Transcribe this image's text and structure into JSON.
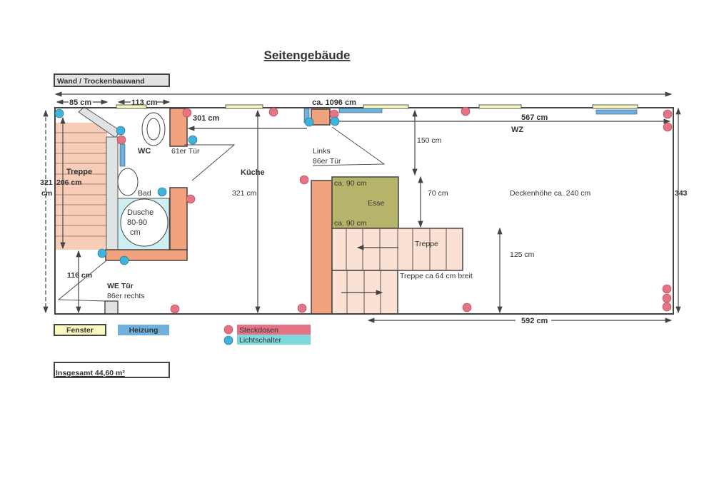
{
  "title": "Seitengebäude",
  "legend": {
    "wall": "Wand / Trockenbauwand",
    "window": "Fenster",
    "heating": "Heizung",
    "sockets": "Steckdosen",
    "switches": "Lichtschalter",
    "total_area": "Insgesamt 44,60 m²"
  },
  "colors": {
    "wall_orange": "#f2a27c",
    "drywall_gray": "#dfe3e3",
    "stair": "#f8cdb8",
    "esse": "#b5b46a",
    "shower": "#ccf0f2",
    "socket": "#e47386",
    "switch": "#3db4dd",
    "window": "#fafabf",
    "heating": "#6fb0dc"
  },
  "rooms": {
    "wc": "WC",
    "bad": "Bad",
    "kueche": "Küche",
    "wz": "WZ",
    "esse": "Esse",
    "treppe_left": "Treppe",
    "treppe_mid": "Treppe",
    "dusche": [
      "Dusche",
      "80-90",
      "cm"
    ]
  },
  "labels": {
    "door_wc": "61er Tür",
    "door_links": [
      "Links",
      "86er Tür"
    ],
    "door_we": [
      "WE Tür",
      "86er rechts"
    ],
    "esse_top": "ca. 90 cm",
    "esse_bottom": "ca. 90 cm",
    "stair_width": "Treppe ca 64 cm breit",
    "ceiling": "Deckenhöhe ca. 240 cm"
  },
  "dimensions": {
    "total_length": "ca. 1096 cm",
    "d85": "85 cm",
    "d113": "113 cm",
    "d301": "301 cm",
    "d567": "567 cm",
    "d150": "150 cm",
    "d70": "70 cm",
    "d125": "125 cm",
    "d321_kitchen": "321 cm",
    "d321_left": [
      "321",
      "cm"
    ],
    "d206": "206 cm",
    "d116": "116 cm",
    "d343": "343",
    "d592": "592 cm"
  }
}
